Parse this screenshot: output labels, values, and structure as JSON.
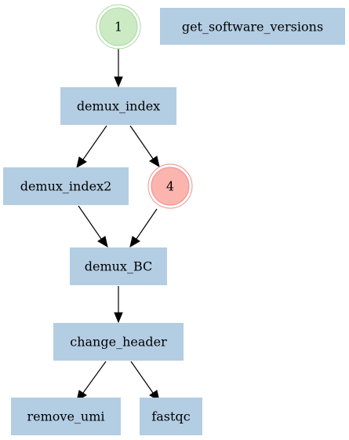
{
  "colors": {
    "rule_fill": "#b3cde3",
    "start_fill": "#ccebc5",
    "start_ring": "#a8d8a0",
    "marker_fill": "#fbb4ae",
    "marker_ring": "#f28e86",
    "edge": "#000000"
  },
  "nodes": {
    "start": {
      "label": "1"
    },
    "get_software_versions": {
      "label": "get_software_versions"
    },
    "demux_index": {
      "label": "demux_index"
    },
    "demux_index2": {
      "label": "demux_index2"
    },
    "marker_4": {
      "label": "4"
    },
    "demux_bc": {
      "label": "demux_BC"
    },
    "change_header": {
      "label": "change_header"
    },
    "remove_umi": {
      "label": "remove_umi"
    },
    "fastqc": {
      "label": "fastqc"
    }
  },
  "edges": [
    {
      "from": "start",
      "to": "demux_index"
    },
    {
      "from": "demux_index",
      "to": "demux_index2"
    },
    {
      "from": "demux_index",
      "to": "marker_4"
    },
    {
      "from": "demux_index2",
      "to": "demux_bc"
    },
    {
      "from": "marker_4",
      "to": "demux_bc"
    },
    {
      "from": "demux_bc",
      "to": "change_header"
    },
    {
      "from": "change_header",
      "to": "remove_umi"
    },
    {
      "from": "change_header",
      "to": "fastqc"
    }
  ]
}
